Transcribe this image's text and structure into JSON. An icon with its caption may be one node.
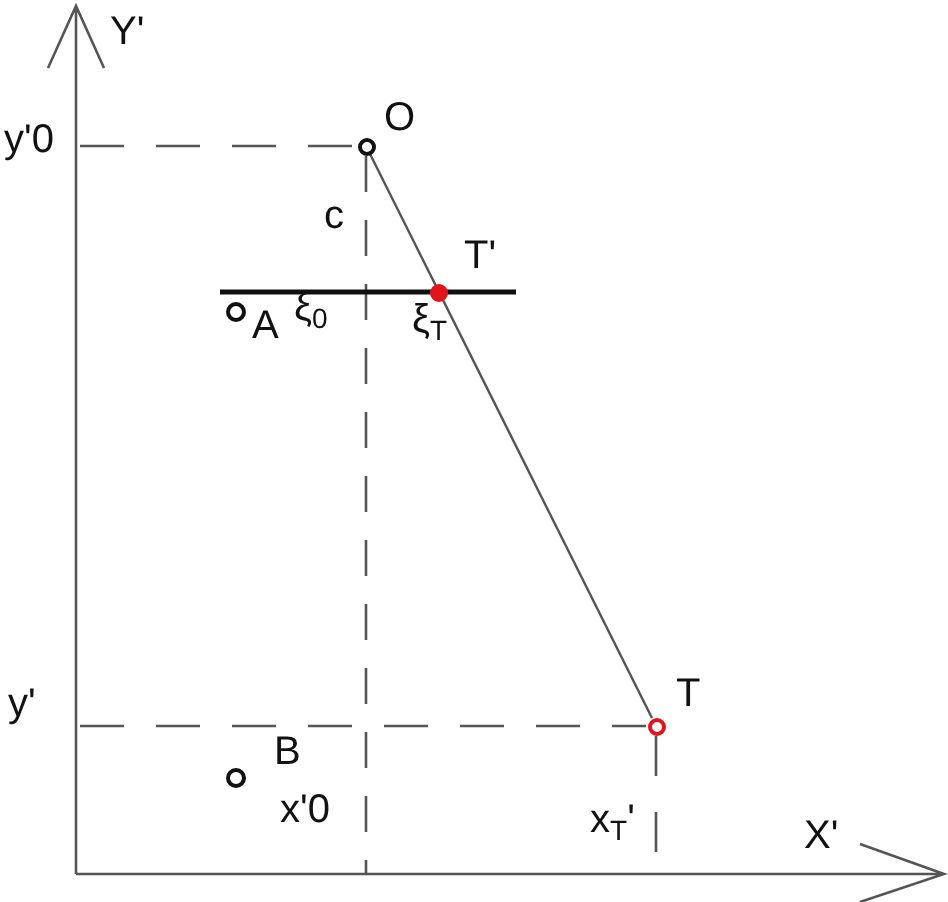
{
  "diagram": {
    "nodes": [
      {
        "text": [],
        "shape": "circle",
        "beside": [
          "O"
        ]
      },
      {
        "text": [],
        "shape": "circle",
        "beside": [
          "T'"
        ]
      },
      {
        "text": [],
        "shape": "circle",
        "beside": [
          "T"
        ]
      },
      {
        "text": [],
        "shape": "circle",
        "beside": [
          "A"
        ]
      },
      {
        "text": [],
        "shape": "circle",
        "beside": [
          "B"
        ]
      }
    ],
    "edges": [
      {
        "from": 0,
        "to": 2,
        "arrow": "none"
      }
    ],
    "labels": [
      "Y'",
      "y'0",
      "c",
      "ξ$_{0}$",
      "ξ$_{T}$",
      "y'",
      "x'0",
      "x$_{T}$'",
      "X'"
    ]
  }
}
